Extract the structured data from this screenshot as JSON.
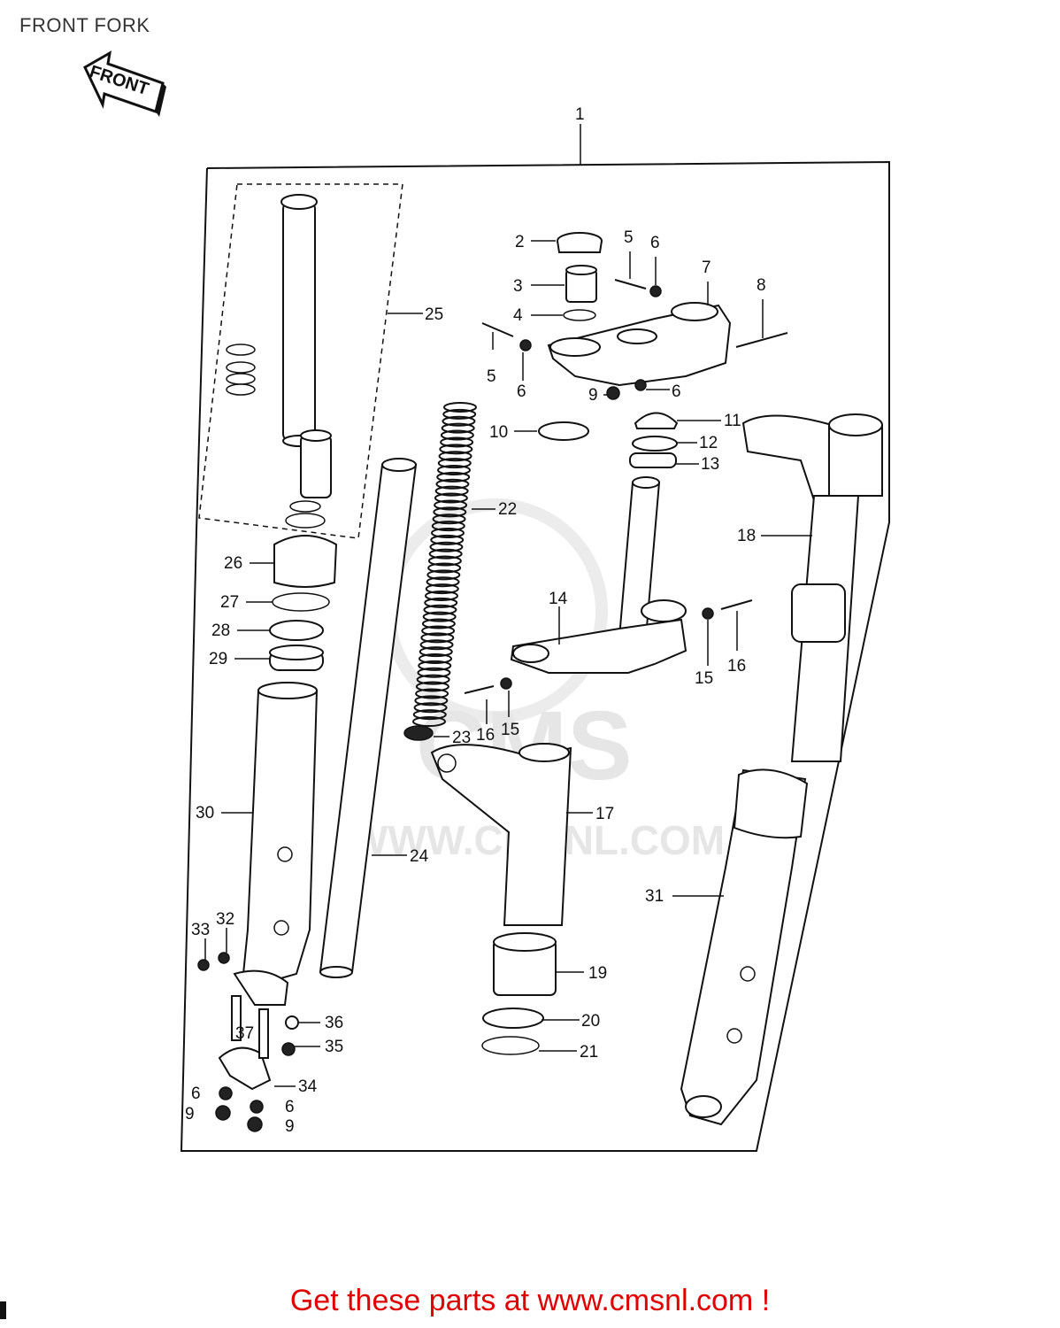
{
  "header": {
    "title": "FRONT FORK"
  },
  "orientation_badge": {
    "label": "FRONT"
  },
  "watermark": {
    "brand": "CMS",
    "url": "WWW.CMSNL.COM"
  },
  "callouts": [
    "1",
    "2",
    "3",
    "4",
    "5",
    "5",
    "6",
    "6",
    "6",
    "7",
    "8",
    "9",
    "10",
    "11",
    "12",
    "13",
    "14",
    "15",
    "15",
    "16",
    "16",
    "17",
    "18",
    "19",
    "20",
    "21",
    "22",
    "23",
    "24",
    "25",
    "26",
    "27",
    "28",
    "29",
    "30",
    "31",
    "32",
    "33",
    "34",
    "35",
    "36",
    "37",
    "6",
    "9",
    "6",
    "9"
  ],
  "footer": {
    "text": "Get these parts at www.cmsnl.com !"
  },
  "colors": {
    "footer_text": "#e00000",
    "line_art": "#111111",
    "watermark": "#e6e6e6"
  }
}
